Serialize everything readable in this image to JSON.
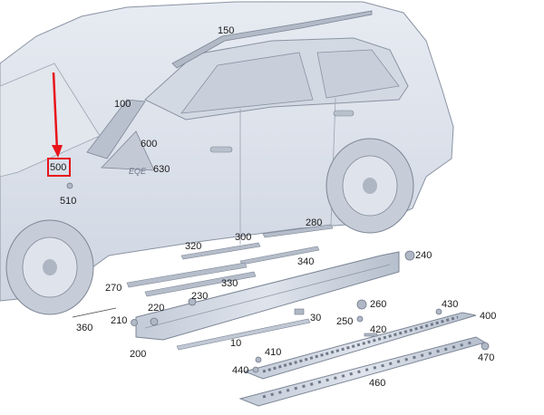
{
  "diagram": {
    "highlight_color": "#e8141b",
    "body_color": "#dde3ec",
    "outline_color": "#7d8696",
    "part_labels": [
      {
        "id": "150",
        "text": "150"
      },
      {
        "id": "100",
        "text": "100"
      },
      {
        "id": "600",
        "text": "600"
      },
      {
        "id": "630",
        "text": "630"
      },
      {
        "id": "500",
        "text": "500",
        "highlighted": true
      },
      {
        "id": "510",
        "text": "510"
      },
      {
        "id": "280",
        "text": "280"
      },
      {
        "id": "300",
        "text": "300"
      },
      {
        "id": "320",
        "text": "320"
      },
      {
        "id": "240",
        "text": "240"
      },
      {
        "id": "340",
        "text": "340"
      },
      {
        "id": "270",
        "text": "270"
      },
      {
        "id": "330",
        "text": "330"
      },
      {
        "id": "230",
        "text": "230"
      },
      {
        "id": "220",
        "text": "220"
      },
      {
        "id": "260",
        "text": "260"
      },
      {
        "id": "430",
        "text": "430"
      },
      {
        "id": "400",
        "text": "400"
      },
      {
        "id": "210",
        "text": "210"
      },
      {
        "id": "30",
        "text": "30"
      },
      {
        "id": "250",
        "text": "250"
      },
      {
        "id": "360",
        "text": "360"
      },
      {
        "id": "420",
        "text": "420"
      },
      {
        "id": "10",
        "text": "10"
      },
      {
        "id": "200",
        "text": "200"
      },
      {
        "id": "410",
        "text": "410"
      },
      {
        "id": "470",
        "text": "470"
      },
      {
        "id": "440",
        "text": "440"
      },
      {
        "id": "460",
        "text": "460"
      }
    ]
  }
}
